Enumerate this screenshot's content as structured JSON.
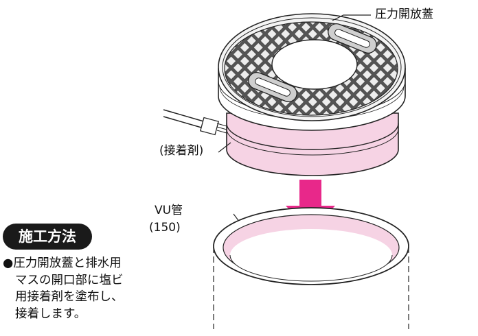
{
  "labels": {
    "lid": "圧力開放蓋",
    "adhesive": "(接着剤)",
    "pipe_line1": "VU管",
    "pipe_line2": "(150)"
  },
  "method_badge": "施工方法",
  "instructions": {
    "line1": "●圧力開放蓋と排水用",
    "line2": "マスの開口部に塩ビ",
    "line3": "用接着剤を塗布し、",
    "line4": "接着します。"
  },
  "colors": {
    "pink_fill": "#f6d3e4",
    "arrow": "#e8288a",
    "lid_gray": "#d9d9d9"
  },
  "icons": [
    "down-arrow-icon"
  ]
}
